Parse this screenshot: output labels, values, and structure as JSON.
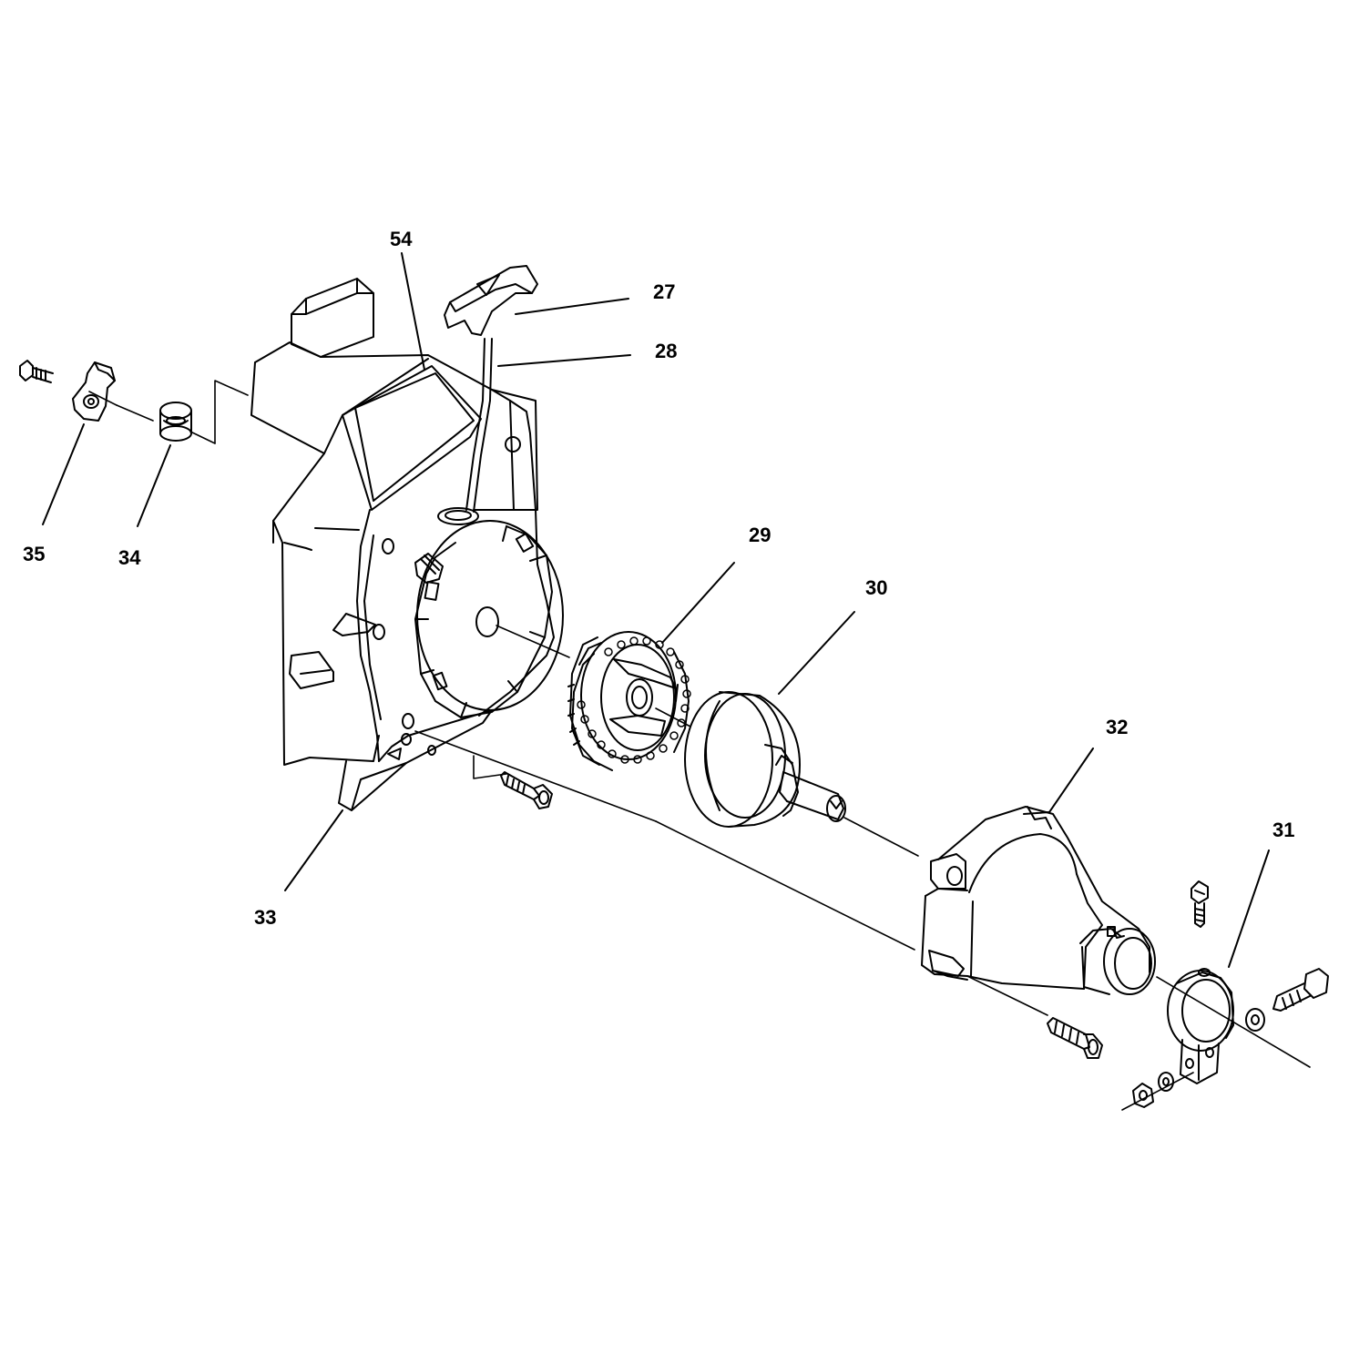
{
  "diagram": {
    "labels": {
      "p27": "27",
      "p28": "28",
      "p29": "29",
      "p30": "30",
      "p31": "31",
      "p32": "32",
      "p33": "33",
      "p34": "34",
      "p35": "35",
      "p54": "54"
    },
    "colors": {
      "ink": "#000000",
      "paper": "#ffffff"
    }
  }
}
